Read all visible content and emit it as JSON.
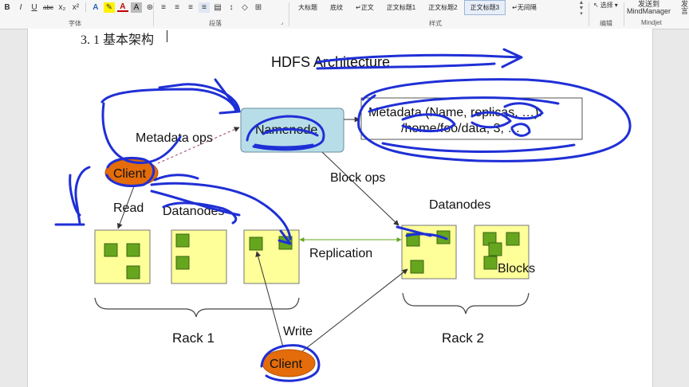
{
  "ribbon": {
    "format_buttons": [
      "B",
      "I",
      "U",
      "abc",
      "x₂",
      "x²"
    ],
    "font_group_label": "字体",
    "paragraph_group_label": "段落",
    "styles_group_label": "样式",
    "edit_group_label": "编辑",
    "mindjet_group_label": "Mindjet",
    "style_items": [
      "大标题",
      "底纹",
      "↵正文",
      "正文标题1",
      "正文标题2",
      "正文标题3",
      "↵无间隔"
    ],
    "selected_style": "正文标题3",
    "select_label": "选择",
    "send_to_label": "发送到",
    "mindmanager_label": "MindManager",
    "next_col_label": "发\n言"
  },
  "document": {
    "heading": "3. 1 基本架构"
  },
  "diagram": {
    "title": "HDFS Architecture",
    "namenode_label": "Namenode",
    "metadata_line1": "Metadata (Name, replicas, …):",
    "metadata_line2": "/home/foo/data, 3, …",
    "metadata_ops_label": "Metadata ops",
    "block_ops_label": "Block ops",
    "client_top_label": "Client",
    "client_bottom_label": "Client",
    "read_label": "Read",
    "datanodes_left_label": "Datanodes",
    "datanodes_right_label": "Datanodes",
    "replication_label": "Replication",
    "blocks_label": "Blocks",
    "write_label": "Write",
    "rack1_label": "Rack 1",
    "rack2_label": "Rack 2",
    "colors": {
      "namenode_fill": "#b7dde8",
      "datanode_fill": "#ffff99",
      "block_fill": "#66a61e",
      "client_fill": "#e46c0a",
      "pen_blue": "#1f2fd6"
    }
  }
}
